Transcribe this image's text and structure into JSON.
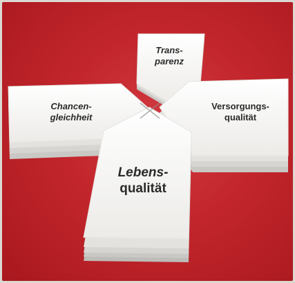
{
  "labels": {
    "top": [
      "Trans-",
      "parenz"
    ],
    "left": [
      "Chancen-",
      "gleichheit"
    ],
    "right": [
      "Versorgungs-",
      "qualität"
    ],
    "bottom": [
      "Lebens-",
      "qualität"
    ]
  },
  "colors": {
    "background_red": "#c2262c",
    "card_white": "#f7f7f5",
    "card_edge": "#d4d4d0",
    "text": "#2a2a2a"
  }
}
